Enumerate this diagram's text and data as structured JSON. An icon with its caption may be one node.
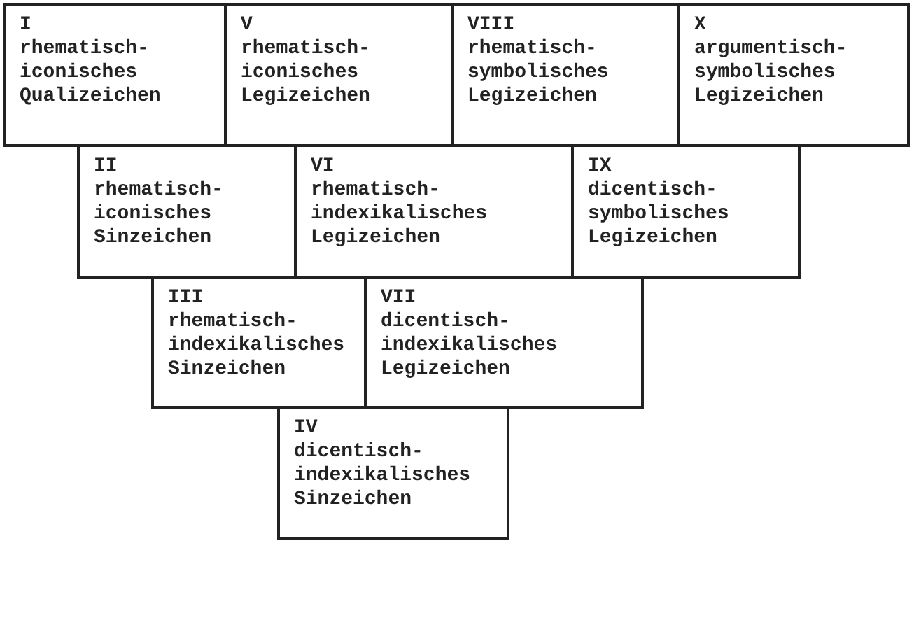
{
  "diagram": {
    "nodes": [
      {
        "text": [
          "I",
          "rhematisch- iconisches Qualizeichen"
        ]
      },
      {
        "text": [
          "V",
          "rhematisch- iconisches Legizeichen"
        ]
      },
      {
        "text": [
          "VIII",
          "rhematisch- symbolisches Legizeichen"
        ]
      },
      {
        "text": [
          "X",
          "argumentisch- symbolisches Legizeichen"
        ]
      },
      {
        "text": [
          "II",
          "rhematisch- iconisches Sinzeichen"
        ]
      },
      {
        "text": [
          "VI",
          "rhematisch- indexikalisches Legizeichen"
        ]
      },
      {
        "text": [
          "IX",
          "dicentisch- symbolisches Legizeichen"
        ]
      },
      {
        "text": [
          "III",
          "rhematisch- indexikalisches Sinzeichen"
        ]
      },
      {
        "text": [
          "VII",
          "dicentisch- indexikalisches Legizeichen"
        ]
      },
      {
        "text": [
          "IV",
          "dicentisch- indexikalisches Sinzeichen"
        ]
      }
    ]
  }
}
